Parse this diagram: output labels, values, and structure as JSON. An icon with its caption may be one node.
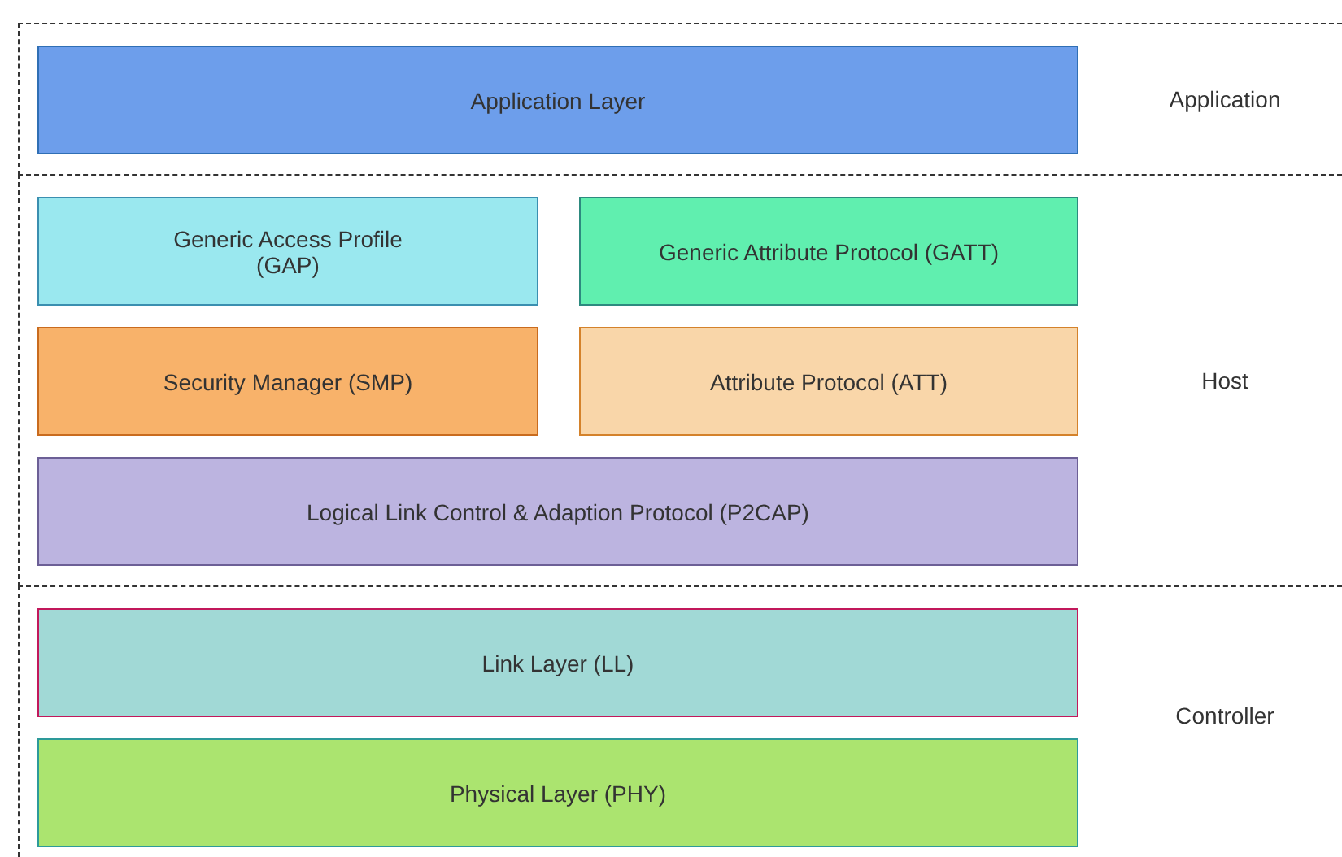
{
  "diagram": {
    "nodes": [
      {
        "text": [
          "Application"
        ]
      },
      {
        "text": [
          "Application Layer"
        ],
        "in": 0
      },
      {
        "text": [
          "Host"
        ]
      },
      {
        "text": [
          "Generic Access Profile (GAP)"
        ],
        "in": 2
      },
      {
        "text": [
          "Generic Attribute Protocol (GATT)"
        ],
        "in": 2
      },
      {
        "text": [
          "Security Manager (SMP)"
        ],
        "in": 2
      },
      {
        "text": [
          "Attribute Protocol (ATT)"
        ],
        "in": 2
      },
      {
        "text": [
          "Logical Link Control & Adaption Protocol (P2CAP)"
        ],
        "in": 2
      },
      {
        "text": [
          "Controller"
        ]
      },
      {
        "text": [
          "Link Layer (LL)"
        ],
        "in": 8
      },
      {
        "text": [
          "Physical Layer (PHY)"
        ],
        "in": 8
      }
    ]
  }
}
